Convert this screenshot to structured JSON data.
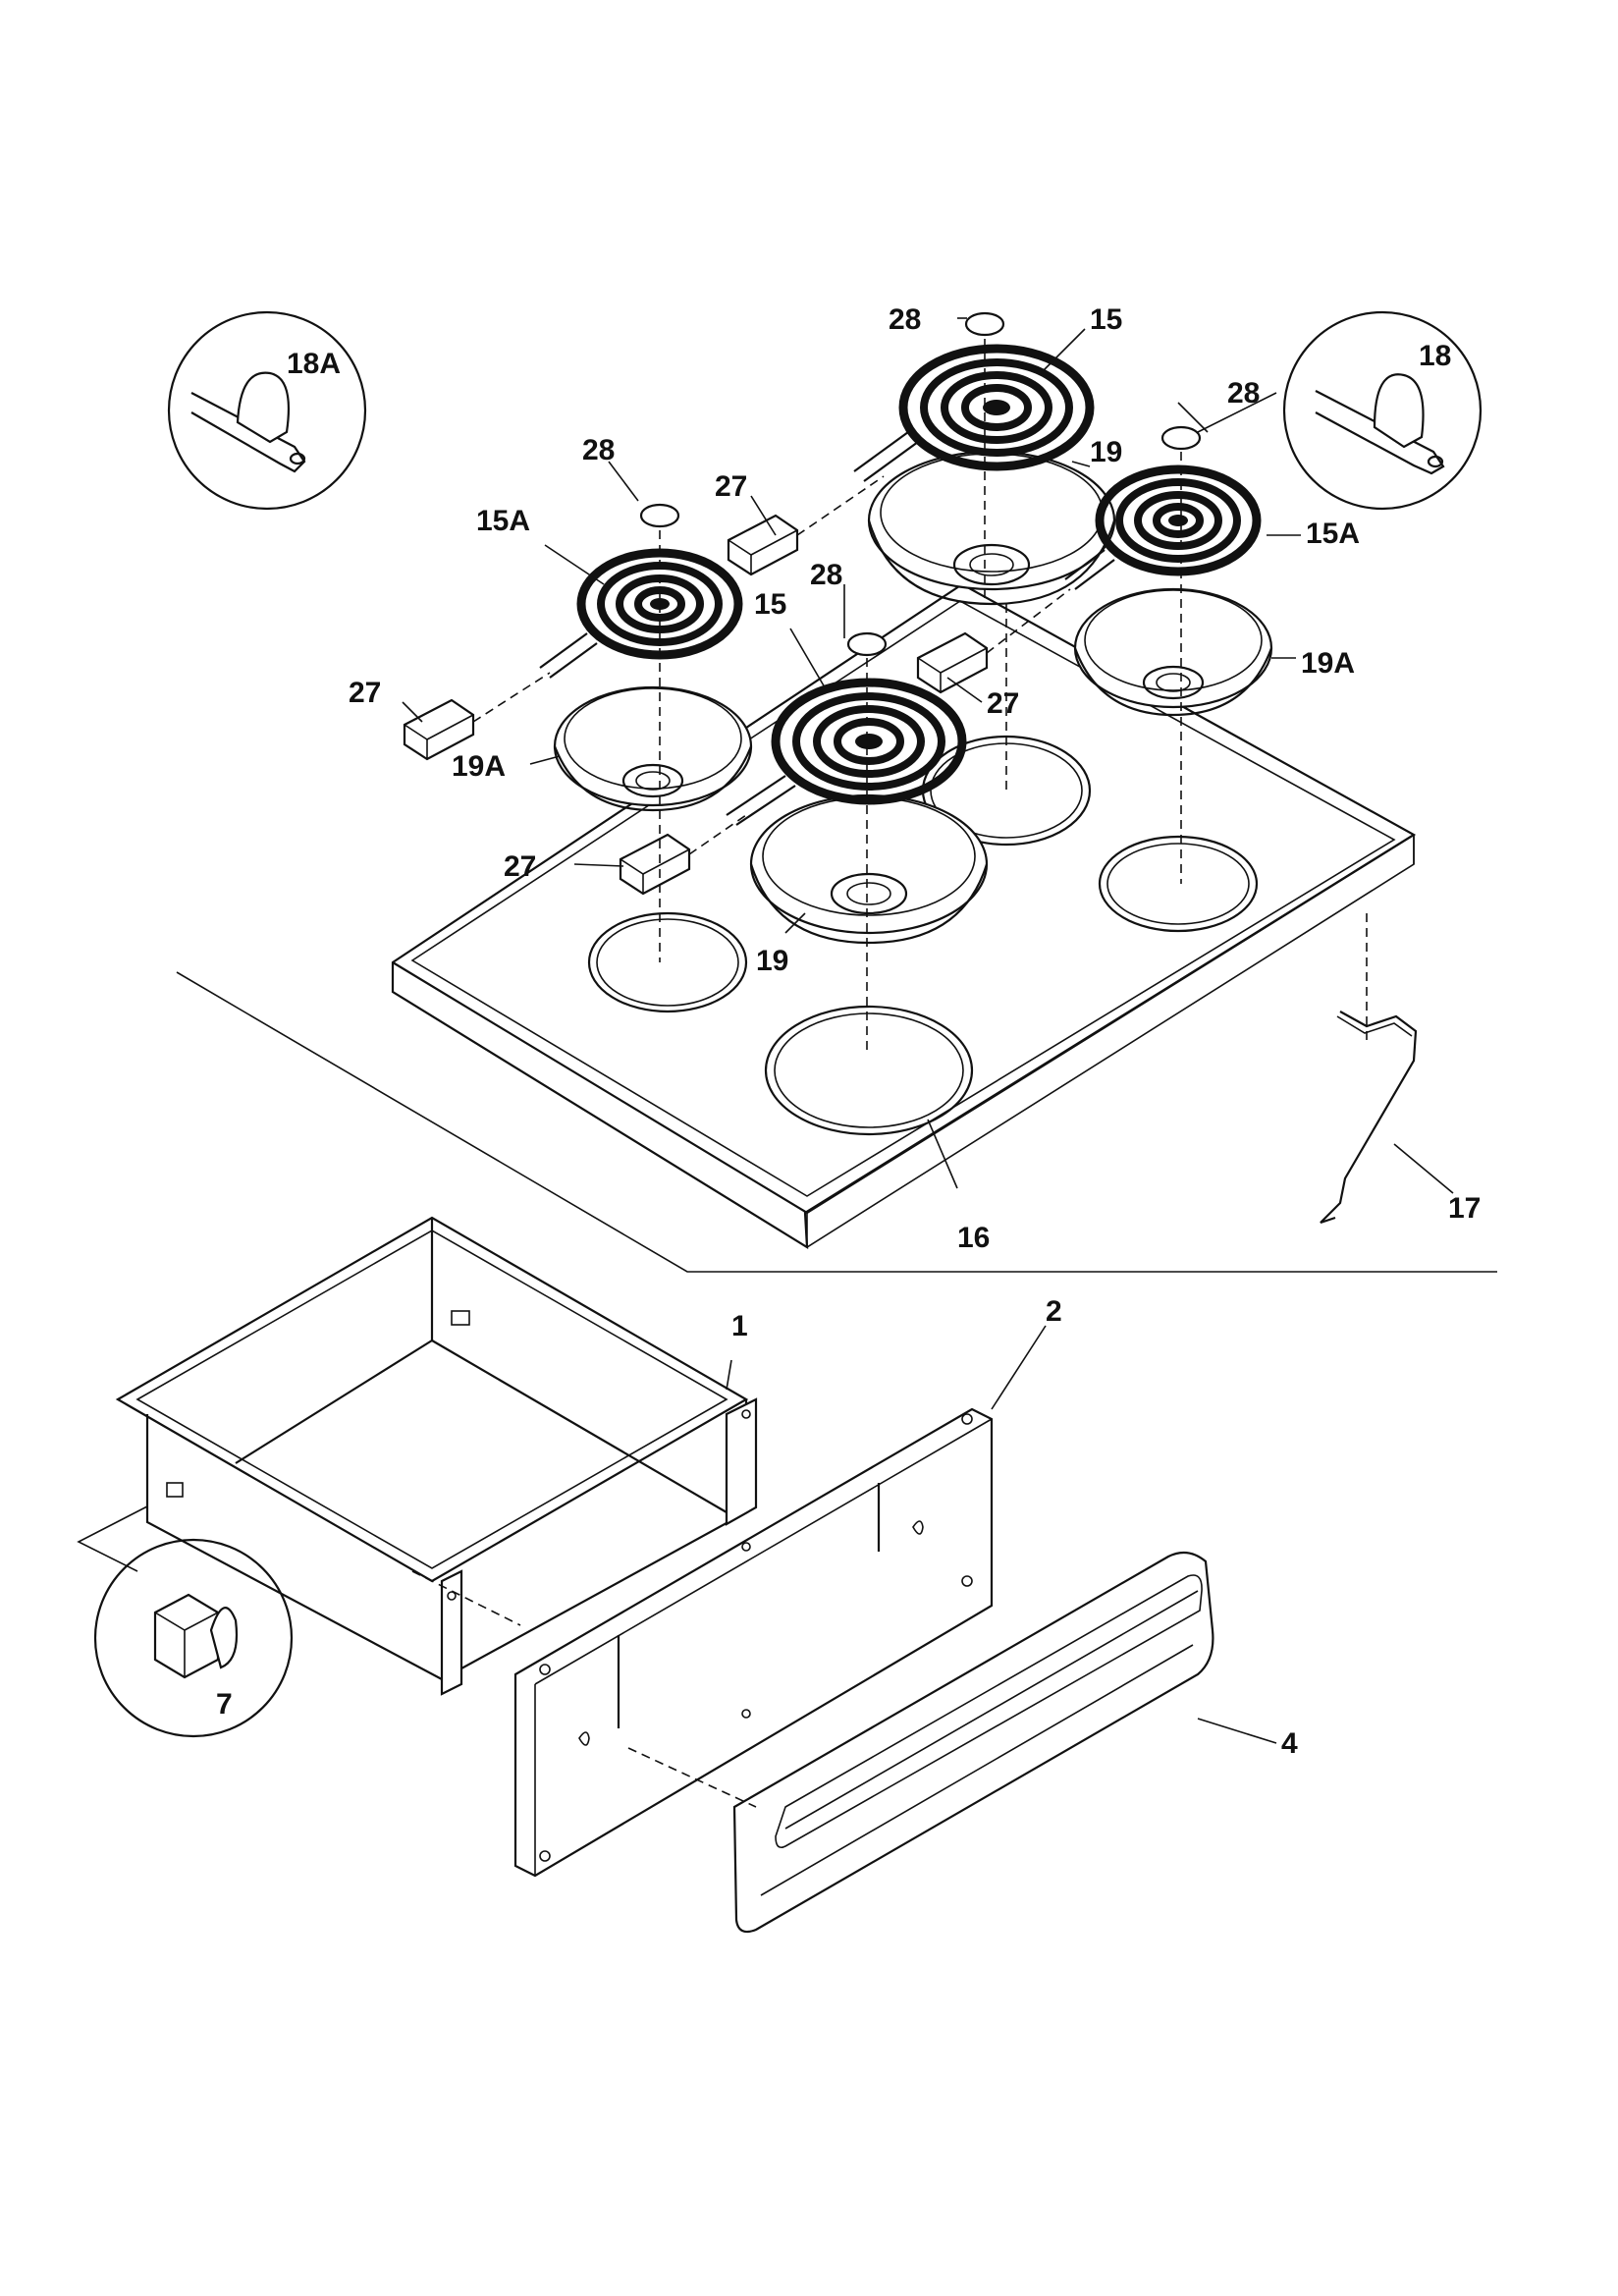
{
  "labels": {
    "p1": "1",
    "p2": "2",
    "p4": "4",
    "p7": "7",
    "p15a": "15",
    "p15b": "15",
    "p15Aa": "15A",
    "p15Ab": "15A",
    "p16": "16",
    "p17": "17",
    "p18": "18",
    "p18A": "18A",
    "p19a": "19",
    "p19b": "19",
    "p19Aa": "19A",
    "p19Ab": "19A",
    "p27a": "27",
    "p27b": "27",
    "p27c": "27",
    "p27d": "27",
    "p28a": "28",
    "p28b": "28",
    "p28c": "28",
    "p28d": "28"
  }
}
